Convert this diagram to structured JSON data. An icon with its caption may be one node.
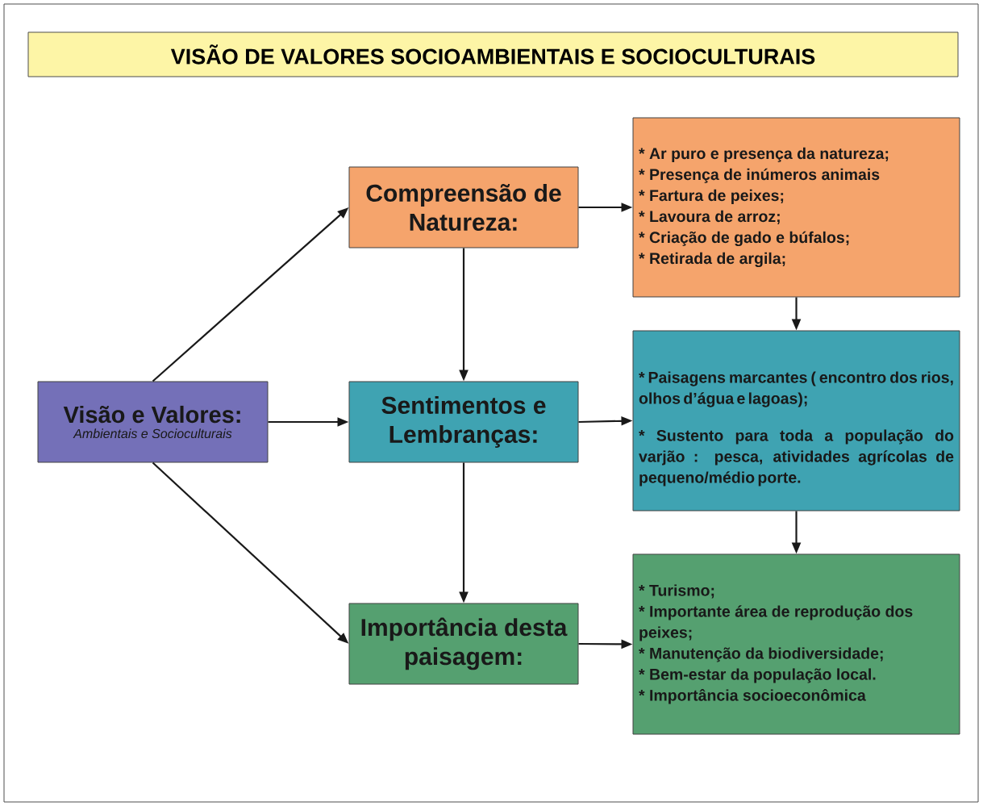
{
  "diagram": {
    "title": "VISÃO DE VALORES SOCIOAMBIENTAIS E SOCIOCULTURAIS",
    "nodes": [
      {
        "text": [
          "Visão e Valores:",
          "Ambientais e Socioculturais"
        ]
      },
      {
        "text": [
          "Compreensão de Natureza:"
        ]
      },
      {
        "text": [
          "Sentimentos e Lembranças:"
        ]
      },
      {
        "text": [
          "Importância desta paisagem:"
        ]
      },
      {
        "text": [
          "* Ar puro e presença da natureza;",
          "* Presença de inúmeros animais",
          "* Fartura de peixes;",
          "* Lavoura de arroz;",
          "* Criação de gado e búfalos;",
          "* Retirada de argila;"
        ]
      },
      {
        "text": [
          "* Paisagens marcantes ( encontro dos rios, olhos d’água e lagoas);",
          "* Sustento para toda a população do varjão : pesca, atividades agrícolas de pequeno/médio porte."
        ]
      },
      {
        "text": [
          "* Turismo;",
          "* Importante área de reprodução dos peixes;",
          "* Manutenção da biodiversidade;",
          "* Bem-estar da população local.",
          "* Importância socioeconômica"
        ]
      }
    ],
    "edges": [
      {
        "from": 0,
        "to": 1,
        "arrow": "to"
      },
      {
        "from": 0,
        "to": 2,
        "arrow": "to"
      },
      {
        "from": 0,
        "to": 3,
        "arrow": "to"
      },
      {
        "from": 1,
        "to": 2,
        "arrow": "to"
      },
      {
        "from": 2,
        "to": 3,
        "arrow": "to"
      },
      {
        "from": 1,
        "to": 4,
        "arrow": "to"
      },
      {
        "from": 2,
        "to": 5,
        "arrow": "to"
      },
      {
        "from": 3,
        "to": 6,
        "arrow": "to"
      },
      {
        "from": 4,
        "to": 5,
        "arrow": "to"
      },
      {
        "from": 5,
        "to": 6,
        "arrow": "to"
      }
    ]
  }
}
